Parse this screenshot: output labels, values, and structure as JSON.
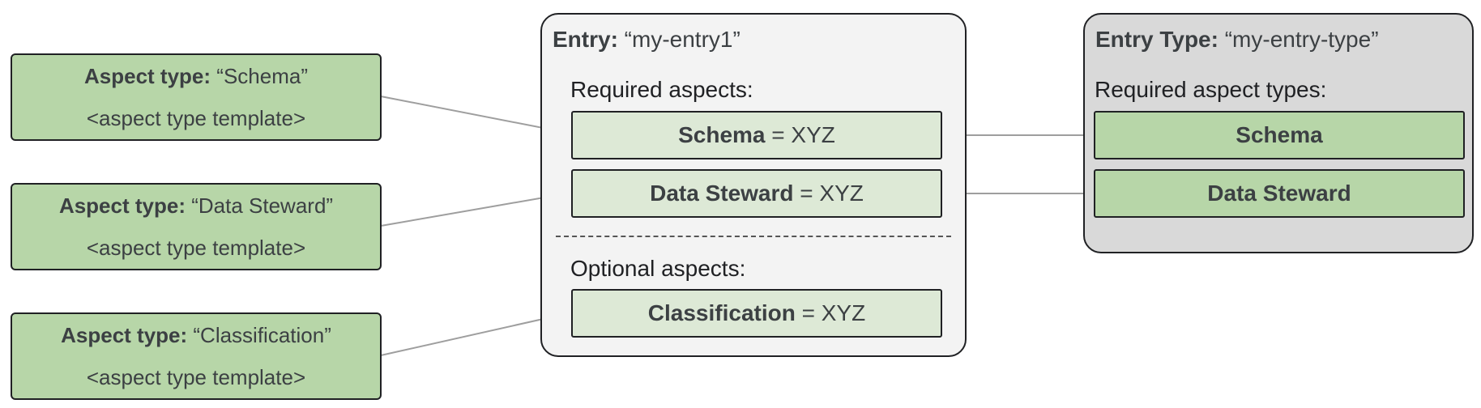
{
  "aspect_types": [
    {
      "label": "Aspect type:",
      "name": "“Schema”",
      "template": "<aspect type template>"
    },
    {
      "label": "Aspect type:",
      "name": "“Data Steward”",
      "template": "<aspect type template>"
    },
    {
      "label": "Aspect type:",
      "name": "“Classification”",
      "template": "<aspect type template>"
    }
  ],
  "entry": {
    "title_label": "Entry:",
    "title_value": " “my-entry1”",
    "required_label": "Required aspects:",
    "required": [
      {
        "name": "Schema",
        "value": " = XYZ"
      },
      {
        "name": "Data Steward",
        "value": " = XYZ"
      }
    ],
    "optional_label": "Optional aspects:",
    "optional": [
      {
        "name": "Classification",
        "value": " = XYZ"
      }
    ]
  },
  "entry_type": {
    "title_label": "Entry Type:",
    "title_value": " “my-entry-type”",
    "required_label": "Required aspect types:",
    "required": [
      "Schema",
      "Data Steward"
    ]
  }
}
